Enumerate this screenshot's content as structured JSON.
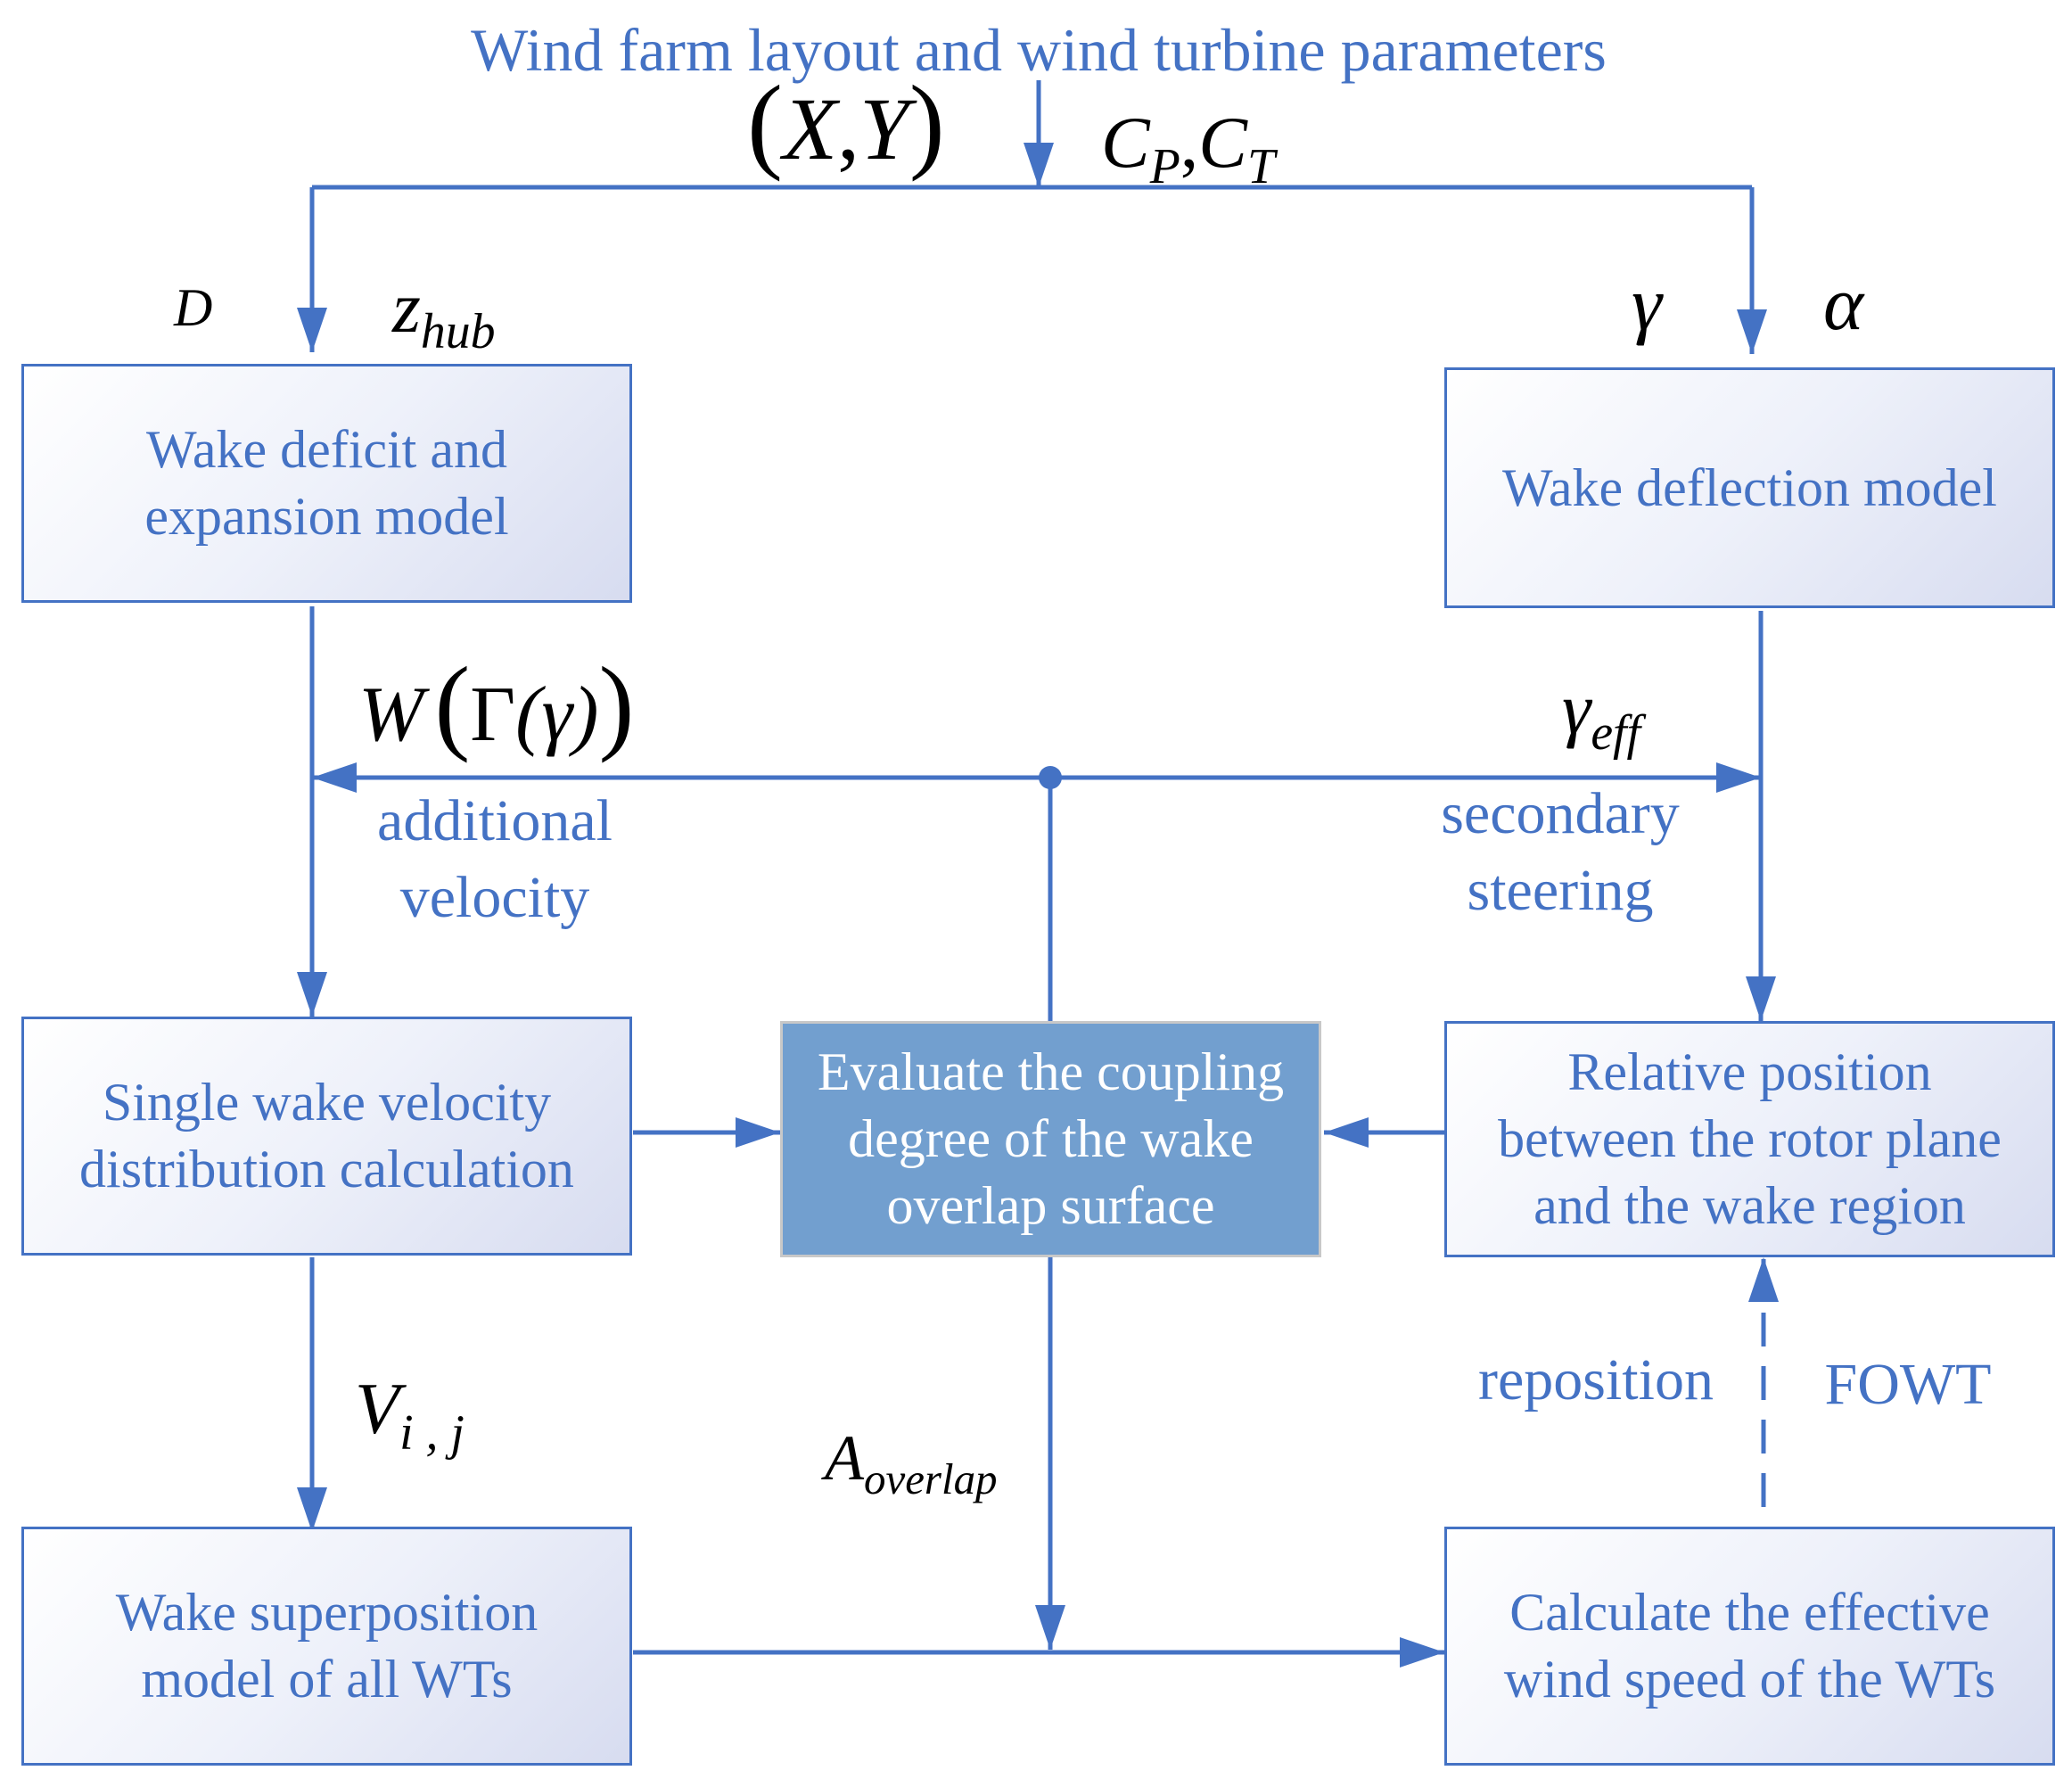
{
  "header": {
    "title": "Wind farm layout and wind turbine parameters"
  },
  "boxes": {
    "wake_deficit": "Wake deficit and\nexpansion model",
    "wake_deflection": "Wake deflection model",
    "single_wake": "Single wake velocity\ndistribution calculation",
    "coupling": "Evaluate the coupling\ndegree of the wake\noverlap surface",
    "relative_position": "Relative position\nbetween the rotor plane\nand the wake region",
    "superposition": "Wake superposition\nmodel of all WTs",
    "effective_speed": "Calculate the effective\nwind speed of the WTs"
  },
  "labels": {
    "additional_velocity": "additional\nvelocity",
    "secondary_steering": "secondary\nsteering",
    "reposition": "reposition",
    "fowt": "FOWT"
  },
  "math": {
    "xy": {
      "l": "(",
      "x": "X",
      "sep": ",",
      "y": "Y",
      "r": ")"
    },
    "cp_ct": {
      "c1": "C",
      "s1": "P",
      "sep": ",",
      "c2": "C",
      "s2": "T"
    },
    "d": "D",
    "zhub": {
      "base": "z",
      "sub": "hub"
    },
    "gamma": "γ",
    "alpha": "α",
    "w_gamma": {
      "w": "W",
      "l": "(",
      "g": "Γ",
      "inner": "(γ)",
      "r": ")"
    },
    "gamma_eff": {
      "base": "γ",
      "sub": "eff"
    },
    "v_ij": {
      "base": "V",
      "sub": "i , j"
    },
    "a_overlap": {
      "base": "A",
      "sub": "overlap"
    }
  },
  "colors": {
    "line": "#4472c4",
    "text": "#4472c4",
    "center_fill": "#729fcf",
    "center_border": "#c8c8c8"
  }
}
